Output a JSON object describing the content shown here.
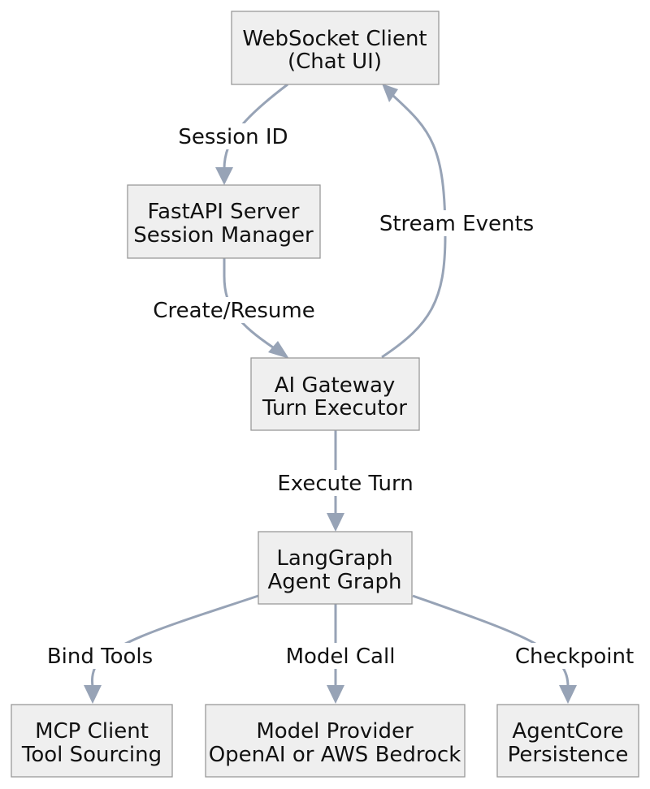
{
  "nodes": {
    "client": {
      "line1": "WebSocket Client",
      "line2": "(Chat UI)"
    },
    "server": {
      "line1": "FastAPI Server",
      "line2": "Session Manager"
    },
    "gateway": {
      "line1": "AI Gateway",
      "line2": "Turn Executor"
    },
    "graph": {
      "line1": "LangGraph",
      "line2": "Agent Graph"
    },
    "mcp": {
      "line1": "MCP Client",
      "line2": "Tool Sourcing"
    },
    "provider": {
      "line1": "Model Provider",
      "line2": "OpenAI or AWS Bedrock"
    },
    "core": {
      "line1": "AgentCore",
      "line2": "Persistence"
    }
  },
  "edges": {
    "session_id": {
      "label": "Session ID"
    },
    "create_resume": {
      "label": "Create/Resume"
    },
    "stream_events": {
      "label": "Stream Events"
    },
    "execute_turn": {
      "label": "Execute Turn"
    },
    "bind_tools": {
      "label": "Bind Tools"
    },
    "model_call": {
      "label": "Model Call"
    },
    "checkpoint": {
      "label": "Checkpoint"
    }
  },
  "colors": {
    "node_fill": "#efefef",
    "node_stroke": "#999999",
    "edge": "#97a3b6"
  }
}
